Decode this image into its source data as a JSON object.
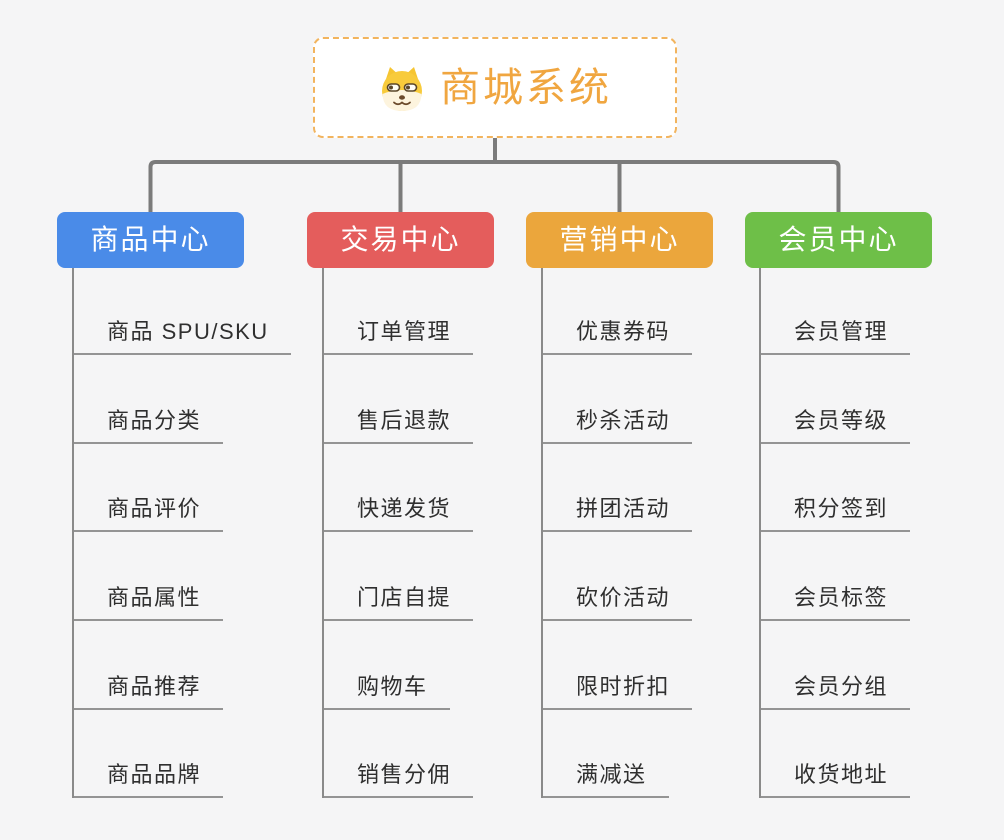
{
  "root": {
    "title": "商城系统",
    "icon": "shiba-dog-icon"
  },
  "branches": [
    {
      "label": "商品中心",
      "color": "#4a8be8",
      "children": [
        "商品 SPU/SKU",
        "商品分类",
        "商品评价",
        "商品属性",
        "商品推荐",
        "商品品牌"
      ]
    },
    {
      "label": "交易中心",
      "color": "#e45d5c",
      "children": [
        "订单管理",
        "售后退款",
        "快递发货",
        "门店自提",
        "购物车",
        "销售分佣"
      ]
    },
    {
      "label": "营销中心",
      "color": "#eba63c",
      "children": [
        "优惠券码",
        "秒杀活动",
        "拼团活动",
        "砍价活动",
        "限时折扣",
        "满减送"
      ]
    },
    {
      "label": "会员中心",
      "color": "#6ebf48",
      "children": [
        "会员管理",
        "会员等级",
        "积分签到",
        "会员标签",
        "会员分组",
        "收货地址"
      ]
    }
  ],
  "colors": {
    "background": "#f5f5f6",
    "connector_line": "#7b7b7b",
    "trunk_line": "#8a8a8a",
    "leaf_underline": "#949494",
    "root_text": "#f0a640",
    "root_border": "#f2b45e",
    "leaf_text": "#2f2f2f",
    "node_text": "#ffffff"
  }
}
